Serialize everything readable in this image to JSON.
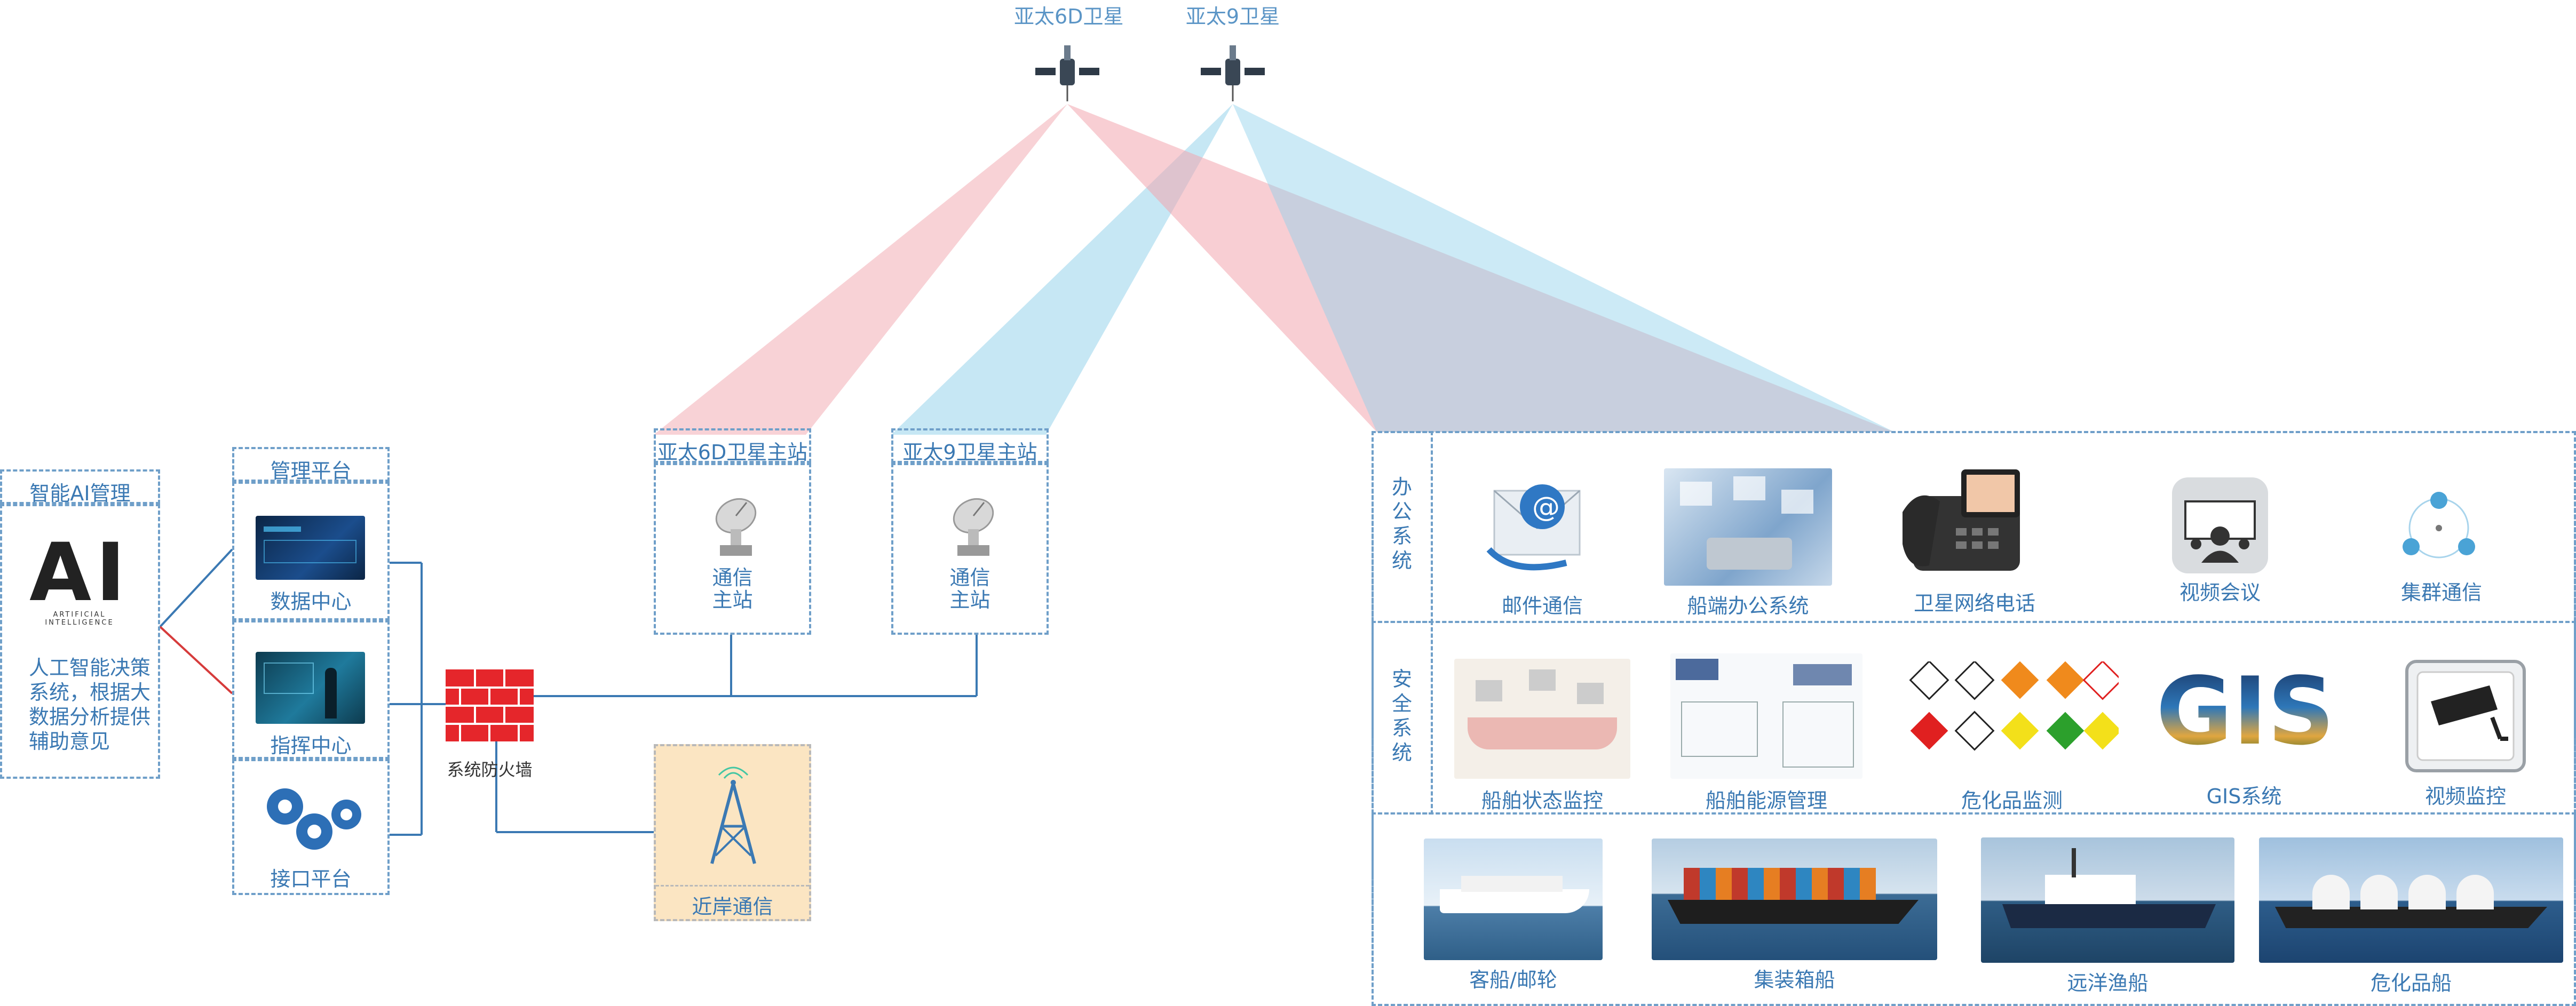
{
  "satellites": {
    "sat_6d": "亚太6D卫星",
    "sat_9": "亚太9卫星"
  },
  "ai_box": {
    "title": "智能AI管理",
    "logo_text": "AI",
    "logo_sub": "ARTIFICIAL INTELLIGENCE",
    "desc": "人工智能决策系统，根据大数据分析提供辅助意见"
  },
  "mgmt": {
    "title": "管理平台",
    "data_center": "数据中心",
    "command_center": "指挥中心",
    "interface_platform": "接口平台"
  },
  "firewall": {
    "label": "系统防火墙"
  },
  "stations": {
    "st_6d": {
      "title": "亚太6D卫星主站",
      "label": "通信\n主站"
    },
    "st_9": {
      "title": "亚太9卫星主站",
      "label": "通信\n主站"
    }
  },
  "coastal": {
    "label": "近岸通信"
  },
  "office": {
    "label": "办公系统",
    "items": [
      "邮件通信",
      "船端办公系统",
      "卫星网络电话",
      "视频会议",
      "集群通信"
    ]
  },
  "safety": {
    "label": "安全系统",
    "items": [
      "船舶状态监控",
      "船舶能源管理",
      "危化品监测",
      "GIS系统",
      "视频监控"
    ],
    "gis_text": "GIS"
  },
  "ships": {
    "items": [
      "客船/邮轮",
      "集装箱船",
      "远洋渔船",
      "危化品船"
    ]
  },
  "colors": {
    "accent": "#3b79b3",
    "dashed": "#6f9fc9",
    "beam_red": "#f2a5ae",
    "beam_blue": "#8ed0ea",
    "firewall": "#e5262b"
  }
}
